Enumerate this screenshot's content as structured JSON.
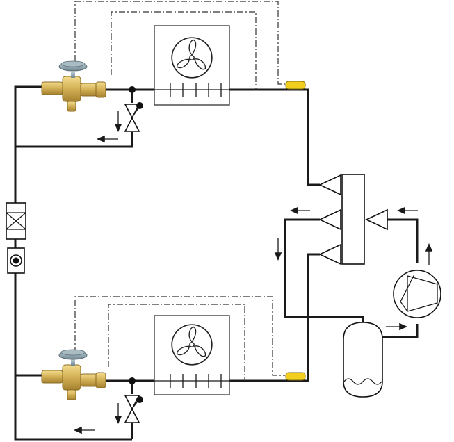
{
  "diagram": {
    "kind": "refrigeration-circuit",
    "components": [
      "expansion-valve-upper",
      "expansion-valve-lower",
      "evaporator-fan-upper",
      "evaporator-fan-lower",
      "solenoid-valve-upper",
      "solenoid-valve-lower",
      "sensing-bulb-upper",
      "sensing-bulb-lower",
      "filter-drier",
      "sight-glass",
      "distributor-header",
      "liquid-receiver",
      "compressor"
    ],
    "colors": {
      "pipe": "#1a1a1a",
      "sensor_bulb": "#f2cf1f",
      "valve_brass": "#c9a44a",
      "valve_head": "#8fa3ad"
    },
    "icons": [
      "fan-icon",
      "compressor-icon",
      "flow-arrow-icon",
      "valve-icon"
    ]
  }
}
